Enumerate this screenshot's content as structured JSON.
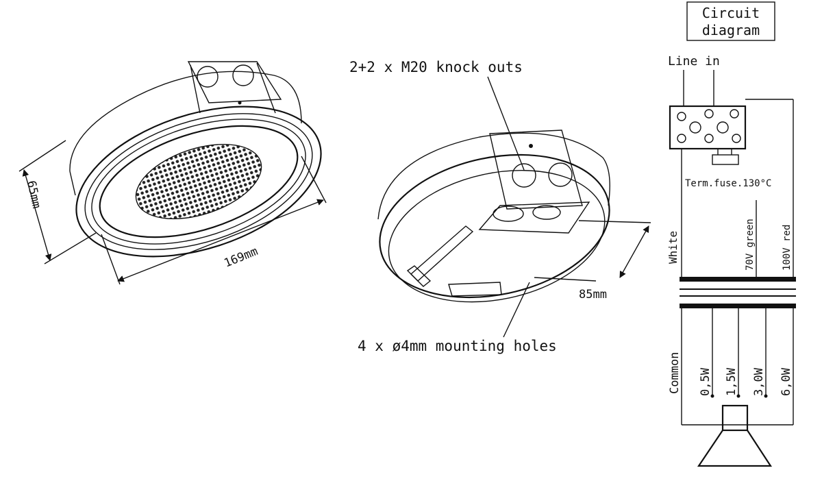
{
  "speaker_front": {
    "dimension_height": "65mm",
    "dimension_width": "169mm"
  },
  "speaker_back": {
    "knockouts_label": "2+2 x M20 knock outs",
    "mounting_label": "4 x ø4mm mounting holes",
    "dimension_depth": "85mm"
  },
  "circuit": {
    "title_line1": "Circuit",
    "title_line2": "diagram",
    "line_in": "Line in",
    "fuse": "Term.fuse.130°C",
    "white": "White",
    "tap_70v": "70V green",
    "tap_100v": "100V red",
    "common": "Common",
    "taps": [
      "0,5W",
      "1,5W",
      "3,0W",
      "6,0W"
    ]
  }
}
